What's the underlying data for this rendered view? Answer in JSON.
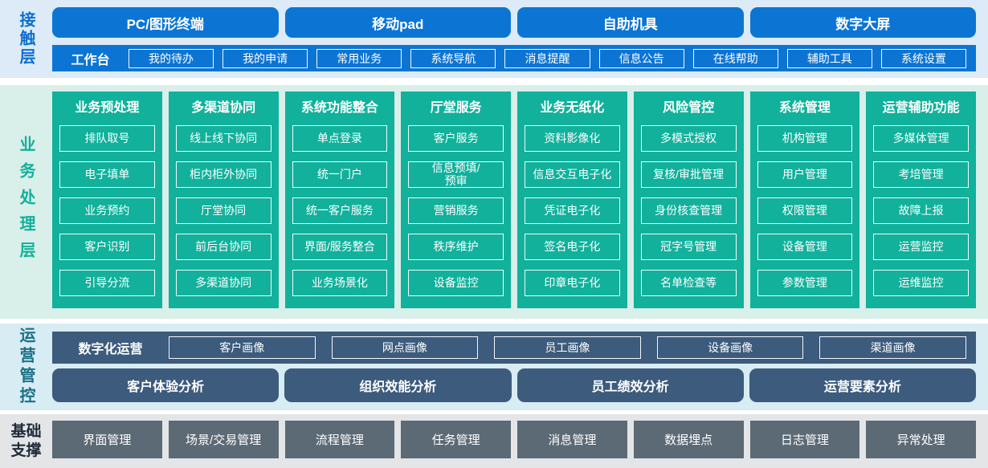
{
  "contact": {
    "label": "接触层",
    "terminals": [
      "PC/图形终端",
      "移动pad",
      "自助机具",
      "数字大屏"
    ],
    "workbench": {
      "label": "工作台",
      "items": [
        "我的待办",
        "我的申请",
        "常用业务",
        "系统导航",
        "消息提醒",
        "信息公告",
        "在线帮助",
        "辅助工具",
        "系统设置"
      ]
    }
  },
  "business": {
    "label": "业务处理层",
    "columns": [
      {
        "title": "业务预处理",
        "items": [
          "排队取号",
          "电子填单",
          "业务预约",
          "客户识别",
          "引导分流"
        ]
      },
      {
        "title": "多渠道协同",
        "items": [
          "线上线下协同",
          "柜内柜外协同",
          "厅堂协同",
          "前后台协同",
          "多渠道协同"
        ]
      },
      {
        "title": "系统功能整合",
        "items": [
          "单点登录",
          "统一门户",
          "统一客户服务",
          "界面/服务整合",
          "业务场景化"
        ]
      },
      {
        "title": "厅堂服务",
        "items": [
          "客户服务",
          "信息预填/\n预审",
          "营销服务",
          "秩序维护",
          "设备监控"
        ]
      },
      {
        "title": "业务无纸化",
        "items": [
          "资料影像化",
          "信息交互电子化",
          "凭证电子化",
          "签名电子化",
          "印章电子化"
        ]
      },
      {
        "title": "风险管控",
        "items": [
          "多模式授权",
          "复核/审批管理",
          "身份核查管理",
          "冠字号管理",
          "名单检查等"
        ]
      },
      {
        "title": "系统管理",
        "items": [
          "机构管理",
          "用户管理",
          "权限管理",
          "设备管理",
          "参数管理"
        ]
      },
      {
        "title": "运营辅助功能",
        "items": [
          "多媒体管理",
          "考培管理",
          "故障上报",
          "运营监控",
          "运维监控"
        ]
      }
    ]
  },
  "operations": {
    "label": "运营管控",
    "digital": {
      "label": "数字化运营",
      "items": [
        "客户画像",
        "网点画像",
        "员工画像",
        "设备画像",
        "渠道画像"
      ]
    },
    "analysis": [
      "客户体验分析",
      "组织效能分析",
      "员工绩效分析",
      "运营要素分析"
    ]
  },
  "foundation": {
    "label": "基础支撑",
    "items": [
      "界面管理",
      "场景/交易管理",
      "流程管理",
      "任务管理",
      "消息管理",
      "数据埋点",
      "日志管理",
      "异常处理"
    ]
  },
  "colors": {
    "blue": "#0c75d4",
    "green": "#11b19c",
    "slate_blue": "#3c5b7d",
    "gray": "#5c6a75",
    "contact_band_bg": "#dcebf7",
    "business_band_bg": "#d9efe9",
    "operations_band_bg": "#d8ecf4",
    "foundation_band_bg": "#e3e5e7"
  }
}
